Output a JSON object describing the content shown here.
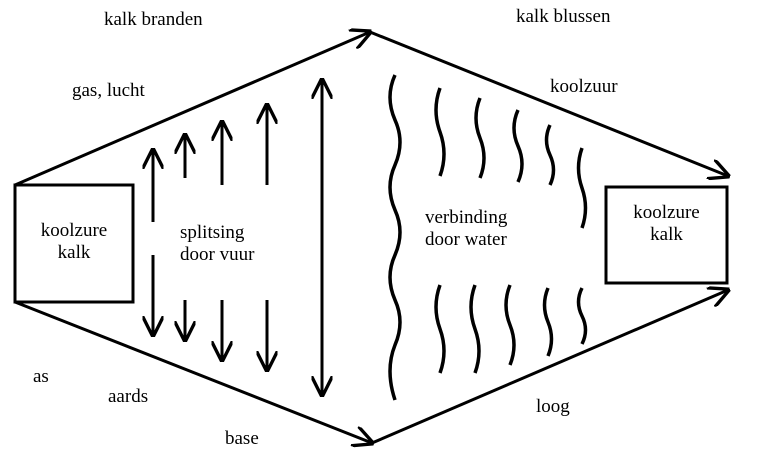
{
  "labels": {
    "top_left": "kalk branden",
    "top_right": "kalk blussen",
    "gas": "gas, lucht",
    "co2": "koolzuur",
    "as": "as",
    "aards": "aards",
    "base": "base",
    "loog": "loog"
  },
  "left_box": {
    "line1": "koolzure",
    "line2": "kalk"
  },
  "right_box": {
    "line1": "koolzure",
    "line2": "kalk"
  },
  "left_process": {
    "line1": "splitsing",
    "line2": "door vuur"
  },
  "right_process": {
    "line1": "verbinding",
    "line2": "door water"
  }
}
